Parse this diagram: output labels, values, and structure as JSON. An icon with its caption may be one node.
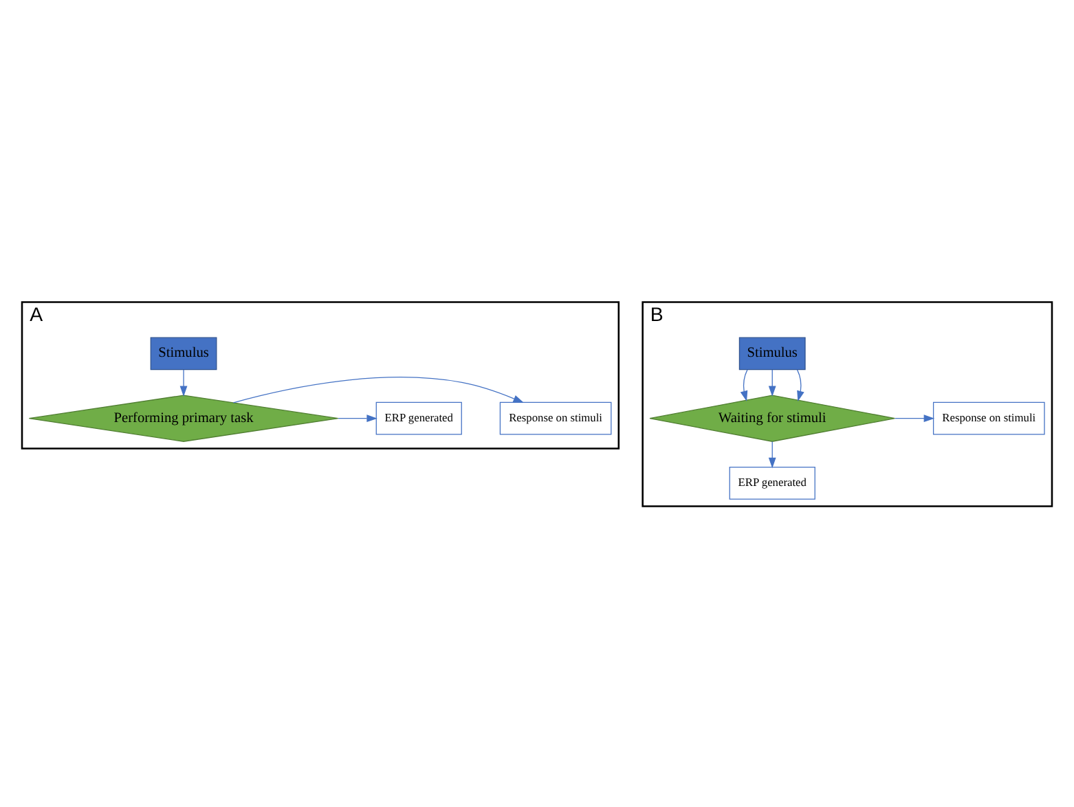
{
  "diagram": {
    "nodes": [
      {
        "text": [
          "A"
        ]
      },
      {
        "text": [
          "Stimulus"
        ],
        "in": 0
      },
      {
        "text": [
          "Response on stimuli"
        ],
        "in": 0
      },
      {
        "text": [
          "Performing primary task"
        ],
        "in": 0
      },
      {
        "text": [
          "ERP generated"
        ],
        "in": 0
      },
      {
        "text": [
          "B"
        ]
      },
      {
        "text": [
          "Stimulus"
        ],
        "in": 5
      },
      {
        "text": [
          "Response on stimuli"
        ],
        "in": 5
      },
      {
        "text": [
          "Waiting for stimuli"
        ],
        "in": 5
      },
      {
        "text": [
          "ERP generated"
        ],
        "in": 5
      }
    ],
    "edges": [
      {
        "from": 1,
        "to": 3,
        "arrow": "to"
      },
      {
        "from": 3,
        "to": 2,
        "arrow": "to"
      },
      {
        "from": 3,
        "to": 4,
        "arrow": "to"
      },
      {
        "from": 6,
        "to": 8,
        "arrow": "to"
      },
      {
        "from": 6,
        "to": 8,
        "arrow": "to"
      },
      {
        "from": 6,
        "to": 8,
        "arrow": "to"
      },
      {
        "from": 8,
        "to": 7,
        "arrow": "to"
      },
      {
        "from": 8,
        "to": 9,
        "arrow": "to"
      }
    ]
  }
}
